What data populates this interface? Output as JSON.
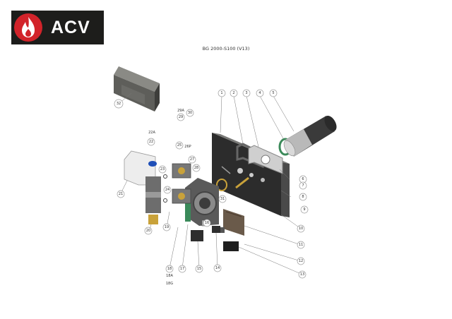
{
  "brand": {
    "name": "ACV",
    "background": "#1d1d1b",
    "accent": "#d2232a"
  },
  "diagram": {
    "title": "BG 2000-S100 (V13)",
    "callouts": [
      "1",
      "2",
      "3",
      "4",
      "5",
      "6",
      "7",
      "8",
      "9",
      "10",
      "11",
      "12",
      "13",
      "14",
      "15",
      "16",
      "17",
      "19",
      "20",
      "21",
      "22",
      "23",
      "24",
      "25",
      "27",
      "28",
      "29",
      "30",
      "31",
      "32"
    ],
    "labels": [
      "22A",
      "29A",
      "26P",
      "18",
      "18A",
      "18G"
    ]
  }
}
